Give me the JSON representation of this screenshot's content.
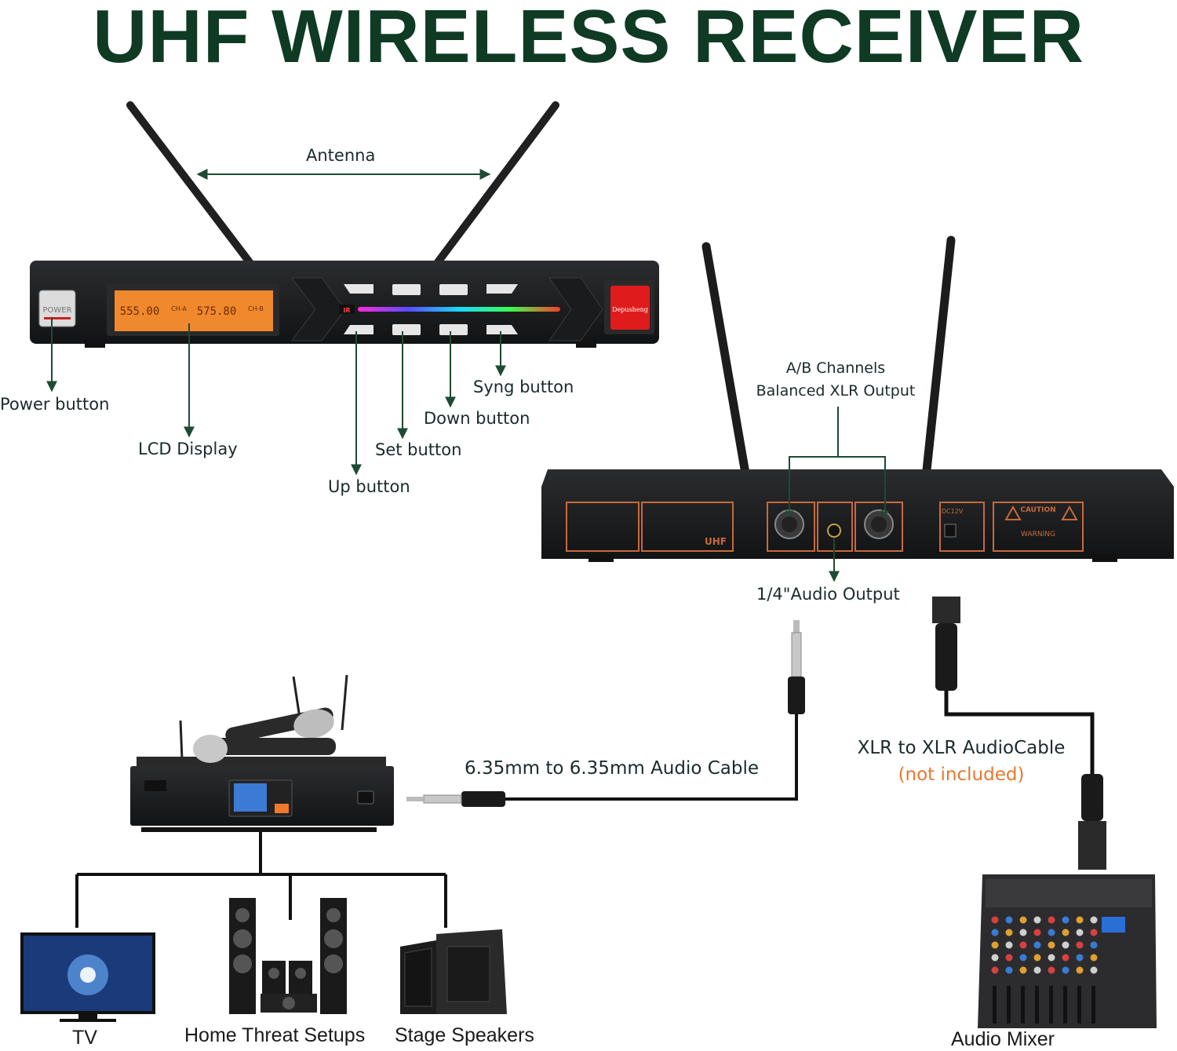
{
  "title": "UHF WIRELESS RECEIVER",
  "colors": {
    "title": "#0f3a23",
    "arrow": "#1f4a33",
    "lcd": "#f0892d",
    "highlight": "#e8772e",
    "device_body": "#1c1d1f",
    "rear_label": "#c86a3a"
  },
  "front_panel": {
    "power_key": "POWER",
    "brand": "Depusheng",
    "ir": "IR",
    "lcd_a": "555.00",
    "lcd_b": "575.80",
    "ch_a": "CH-A",
    "ch_b": "CH-B",
    "labels": {
      "antenna": "Antenna",
      "power": "Power button",
      "lcd": "LCD Display",
      "up": "Up button",
      "set": "Set button",
      "down": "Down button",
      "sync": "Syng button"
    }
  },
  "rear_panel": {
    "labels": {
      "channels_line1": "A/B Channels",
      "channels_line2": "Balanced XLR Output",
      "audio_output": "1/4\"Audio Output"
    },
    "caution": "CAUTION",
    "warning": "WARNING",
    "uhf": "UHF",
    "dc": "DC12V"
  },
  "cables": {
    "quarter_inch": "6.35mm to 6.35mm Audio Cable",
    "xlr": "XLR to XLR AudioCable",
    "xlr_note": "(not included)"
  },
  "destinations": {
    "tv": "TV",
    "home": "Home Threat Setups",
    "stage": "Stage Speakers",
    "mixer": "Audio Mixer"
  }
}
